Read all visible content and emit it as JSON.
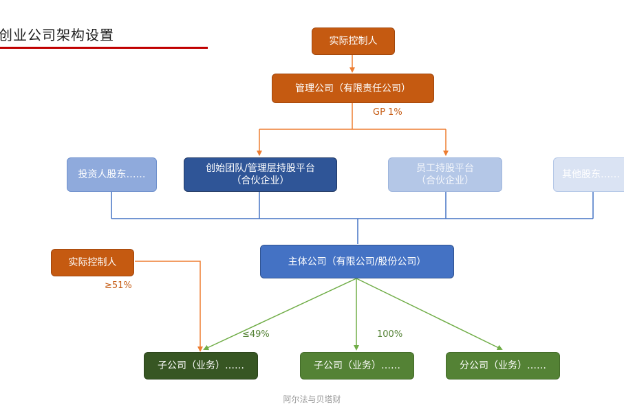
{
  "title": "创业公司架构设置",
  "nodes": {
    "controller_top": "实际控制人",
    "management": "管理公司（有限责任公司）",
    "investor": "投资人股东……",
    "founder_platform": "创始团队/管理层持股平台\n（合伙企业）",
    "employee_platform": "员工持股平台\n（合伙企业）",
    "other_shareholders": "其他股东……",
    "main_company": "主体公司（有限公司/股份公司）",
    "controller_left": "实际控制人",
    "sub_a": "子公司（业务）……",
    "sub_b": "子公司（业务）……",
    "branch": "分公司（业务）……"
  },
  "edge_labels": {
    "gp": "GP 1%",
    "ge51": "≥51%",
    "le49": "≤49%",
    "p100": "100%"
  },
  "colors": {
    "orange": "#c55a11",
    "navy": "#2f5597",
    "blue": "#4472c4",
    "light_blue": "#8faadc",
    "pale_blue": "#b4c7e7",
    "dark_green": "#375623",
    "green": "#548235",
    "title_rule": "#c00000"
  },
  "watermark": "阿尔法与贝塔财"
}
